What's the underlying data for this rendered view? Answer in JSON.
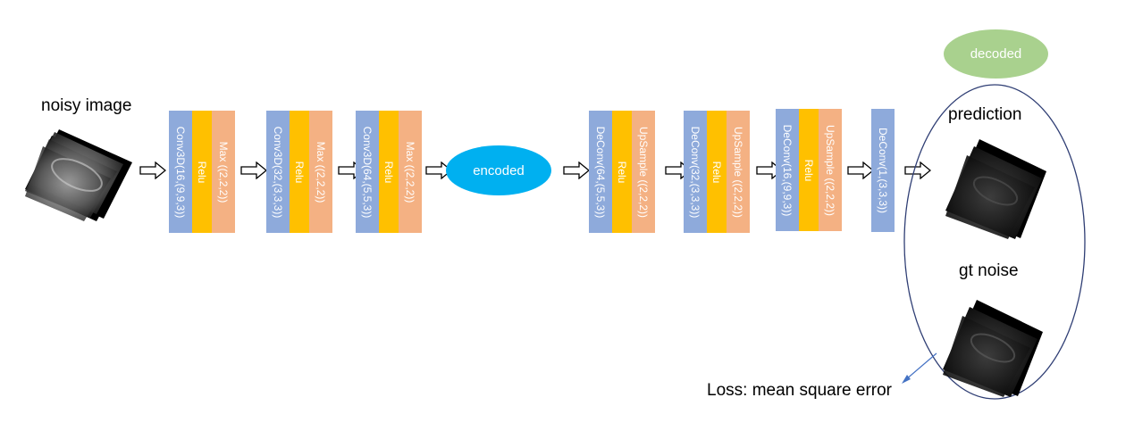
{
  "labels": {
    "noisy_image": "noisy image",
    "prediction": "prediction",
    "gt_noise": "gt noise",
    "loss": "Loss: mean square error",
    "encoded": "encoded",
    "decoded": "decoded"
  },
  "encoder": [
    {
      "conv": "Conv3D(16,(9,9,3))",
      "act": "Relu",
      "pool": "Max ((2,2,2))"
    },
    {
      "conv": "Conv3D(32,(3,3,3))",
      "act": "Relu",
      "pool": "Max ((2,2,2))"
    },
    {
      "conv": "Conv3D(64,(5,5,3))",
      "act": "Relu",
      "pool": "Max ((2,2,2))"
    }
  ],
  "decoder": [
    {
      "conv": "DeConv(64,(5,5,3))",
      "act": "Relu",
      "up": "UpSample ((2,2,2))"
    },
    {
      "conv": "DeConv(32,(3,3,3))",
      "act": "Relu",
      "up": "UpSample ((2,2,2))"
    },
    {
      "conv": "DeConv(16,(9,9,3))",
      "act": "Relu",
      "up": "UpSample ((2,2,2))"
    }
  ],
  "final": {
    "conv": "DeConv(1,(3,3,3))"
  },
  "colors": {
    "conv": "#8eaadb",
    "relu": "#ffc000",
    "pool": "#f4b183",
    "encoded": "#00b0f0",
    "decoded": "#a9d18e",
    "outline": "#2f3e74"
  }
}
